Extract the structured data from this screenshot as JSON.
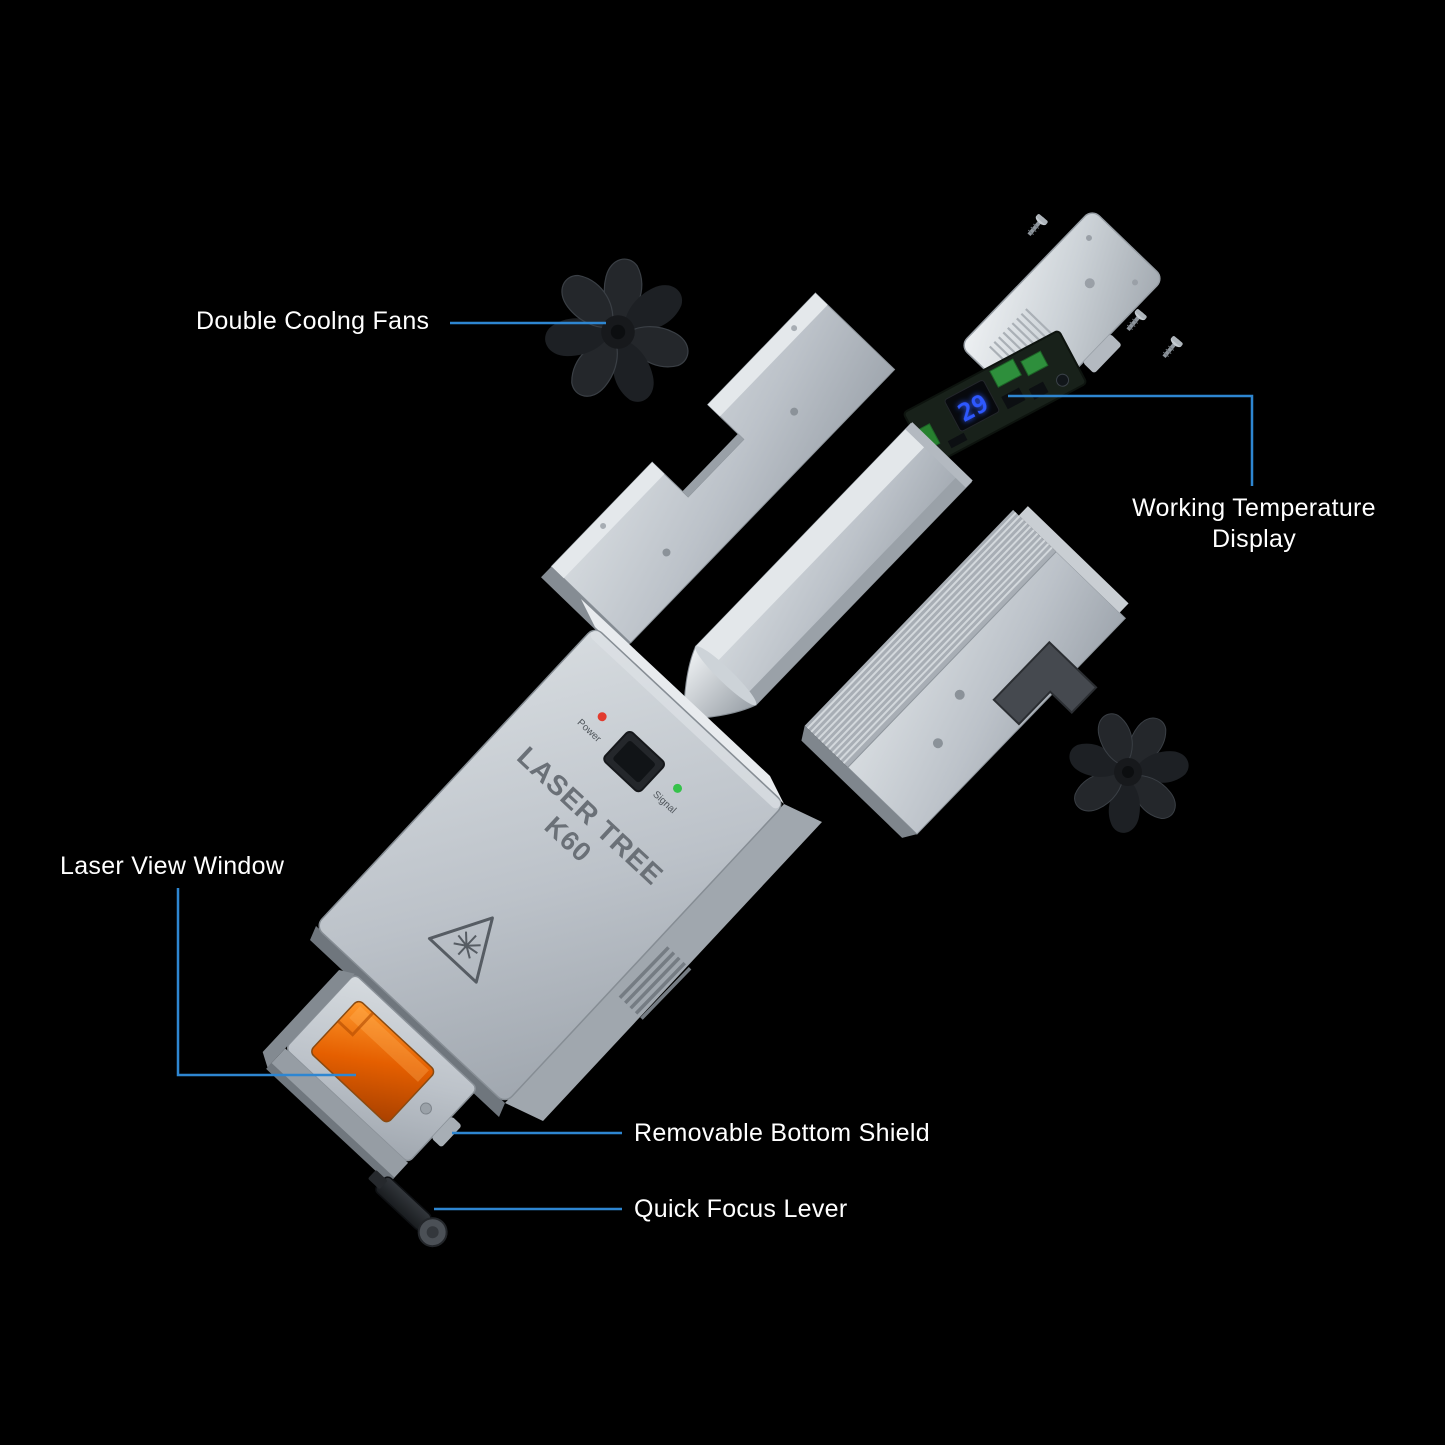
{
  "callouts": {
    "cooling_fans": "Double Coolng Fans",
    "working_temperature_line1": "Working Temperature",
    "working_temperature_line2": "Display",
    "laser_view_window": "Laser View Window",
    "removable_bottom_shield": "Removable Bottom Shield",
    "quick_focus_lever": "Quick Focus Lever"
  },
  "device": {
    "brand_line1": "LASER TREE",
    "model": "K60",
    "power_label": "Power",
    "signal_label": "Signal",
    "temperature_value": "29"
  },
  "colors": {
    "background": "#000000",
    "callout_line": "#2e86d1",
    "label_text": "#ffffff",
    "temperature_digits": "#2e59ff",
    "view_window_orange": "#e05f00",
    "power_led": "#e23b2e",
    "signal_led": "#35c24a"
  }
}
